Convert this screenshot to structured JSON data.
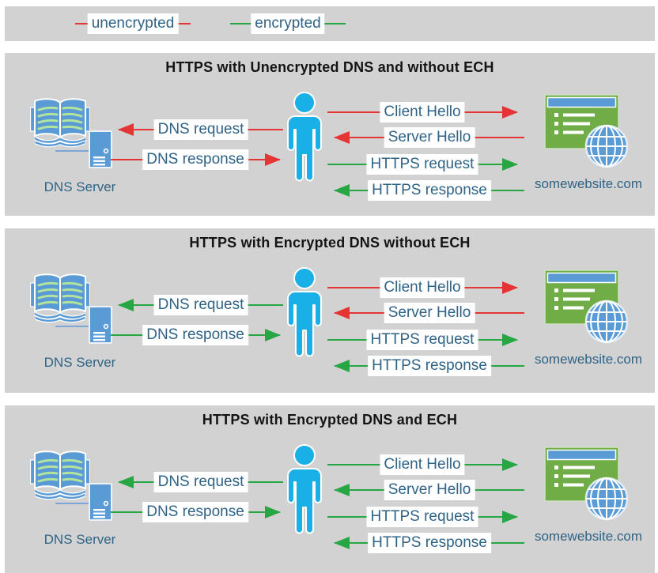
{
  "colors": {
    "panel-gray": "#d2d2d2",
    "title-black": "#141414",
    "label-blue": "#2f6386",
    "icon-blue": "#5b9bd5",
    "person-blue": "#19b0e8",
    "site-green": "#70ad47",
    "connector-blue": "#7ca6d4",
    "book-line-green": "#b2e39e",
    "unencrypted-red": "#e53434",
    "encrypted-green": "#27a744"
  },
  "legend": {
    "items": [
      {
        "label": "unencrypted",
        "color": "#e53434"
      },
      {
        "label": "encrypted",
        "color": "#27a744"
      }
    ]
  },
  "panels": [
    {
      "title": "HTTPS with Unencrypted DNS and without ECH",
      "dns_server_label": "DNS Server",
      "website_label": "somewebsite.com",
      "dns_arrows": [
        {
          "label": "DNS request",
          "direction": "left",
          "color": "#e53434"
        },
        {
          "label": "DNS response",
          "direction": "right",
          "color": "#e53434"
        }
      ],
      "tls_arrows": [
        {
          "label": "Client Hello",
          "direction": "right",
          "color": "#e53434"
        },
        {
          "label": "Server Hello",
          "direction": "left",
          "color": "#e53434"
        },
        {
          "label": "HTTPS request",
          "direction": "right",
          "color": "#27a744"
        },
        {
          "label": "HTTPS response",
          "direction": "left",
          "color": "#27a744"
        }
      ]
    },
    {
      "title": "HTTPS with Encrypted DNS without ECH",
      "dns_server_label": "DNS Server",
      "website_label": "somewebsite.com",
      "dns_arrows": [
        {
          "label": "DNS request",
          "direction": "left",
          "color": "#27a744"
        },
        {
          "label": "DNS response",
          "direction": "right",
          "color": "#27a744"
        }
      ],
      "tls_arrows": [
        {
          "label": "Client Hello",
          "direction": "right",
          "color": "#e53434"
        },
        {
          "label": "Server Hello",
          "direction": "left",
          "color": "#e53434"
        },
        {
          "label": "HTTPS request",
          "direction": "right",
          "color": "#27a744"
        },
        {
          "label": "HTTPS response",
          "direction": "left",
          "color": "#27a744"
        }
      ]
    },
    {
      "title": "HTTPS with Encrypted DNS and ECH",
      "dns_server_label": "DNS Server",
      "website_label": "somewebsite.com",
      "dns_arrows": [
        {
          "label": "DNS request",
          "direction": "left",
          "color": "#27a744"
        },
        {
          "label": "DNS response",
          "direction": "right",
          "color": "#27a744"
        }
      ],
      "tls_arrows": [
        {
          "label": "Client Hello",
          "direction": "right",
          "color": "#27a744"
        },
        {
          "label": "Server Hello",
          "direction": "left",
          "color": "#27a744"
        },
        {
          "label": "HTTPS request",
          "direction": "right",
          "color": "#27a744"
        },
        {
          "label": "HTTPS response",
          "direction": "left",
          "color": "#27a744"
        }
      ]
    }
  ]
}
